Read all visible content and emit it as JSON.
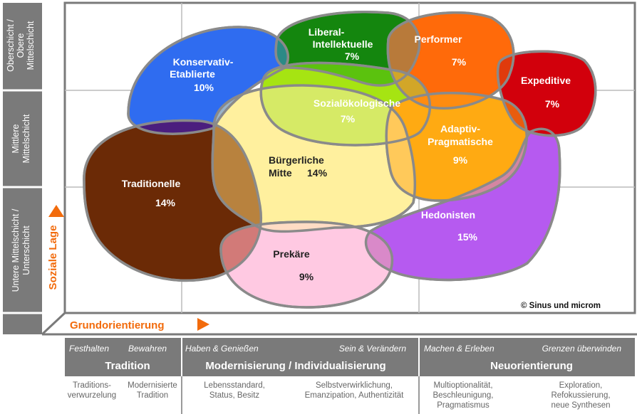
{
  "milieus": [
    {
      "id": "konservativ",
      "line1": "Konservativ-",
      "line2": "Etablierte",
      "pct": "10%",
      "color": "#2f6cf0"
    },
    {
      "id": "liberal",
      "line1": "Liberal-",
      "line2": "Intellektuelle",
      "pct": "7%",
      "color": "#14860e"
    },
    {
      "id": "performer",
      "line1": "Performer",
      "line2": "",
      "pct": "7%",
      "color": "#ff6a0a"
    },
    {
      "id": "expeditive",
      "line1": "Expeditive",
      "line2": "",
      "pct": "7%",
      "color": "#d2000c"
    },
    {
      "id": "sozialoeko",
      "line1": "Sozialökologische",
      "line2": "",
      "pct": "7%",
      "color": "#a6e412"
    },
    {
      "id": "traditionelle",
      "line1": "Traditionelle",
      "line2": "",
      "pct": "14%",
      "color": "#6b2a06"
    },
    {
      "id": "buergerliche",
      "line1": "Bürgerliche",
      "line2": "Mitte",
      "pct": "14%",
      "color": "#fff09e"
    },
    {
      "id": "adaptiv",
      "line1": "Adaptiv-",
      "line2": "Pragmatische",
      "pct": "9%",
      "color": "#ffaa12"
    },
    {
      "id": "hedonisten",
      "line1": "Hedonisten",
      "line2": "",
      "pct": "15%",
      "color": "#b65af0"
    },
    {
      "id": "prekaere",
      "line1": "Prekäre",
      "line2": "",
      "pct": "9%",
      "color": "#ffc9e2"
    }
  ],
  "left_labels": {
    "oberschicht": [
      "Oberschicht /",
      "Obere",
      "Mittelschicht"
    ],
    "mittlere": [
      "Mittlere",
      "Mittelschicht"
    ],
    "untere": [
      "Untere Mittelschicht /",
      "Unterschicht"
    ]
  },
  "axis": {
    "y_label": "Soziale Lage",
    "x_label": "Grundorientierung"
  },
  "copyright": "© Sinus und microm",
  "columns": [
    {
      "sub_left": "Festhalten",
      "sub_right": "Bewahren",
      "header": "Tradition",
      "foot_left": [
        "Traditions-",
        "verwurzelung"
      ],
      "foot_right": [
        "Modernisierte",
        "Tradition"
      ]
    },
    {
      "sub_left": "Haben & Genießen",
      "sub_right": "Sein & Verändern",
      "header": "Modernisierung / Individualisierung",
      "foot_left": [
        "Lebensstandard,",
        "Status, Besitz"
      ],
      "foot_right": [
        "Selbstverwirklichung,",
        "Emanzipation, Authentizität"
      ]
    },
    {
      "sub_left": "Machen & Erleben",
      "sub_right": "Grenzen überwinden",
      "header": "Neuorientierung",
      "foot_left": [
        "Multioptionalität,",
        "Beschleunigung,",
        "Pragmatismus"
      ],
      "foot_right": [
        "Exploration,",
        "Refokussierung,",
        "neue Synthesen"
      ]
    }
  ],
  "colors": {
    "frame_gray": "#7a7a7a",
    "grid_line": "#bbbbbb",
    "axis_orange": "#f26b0c"
  }
}
